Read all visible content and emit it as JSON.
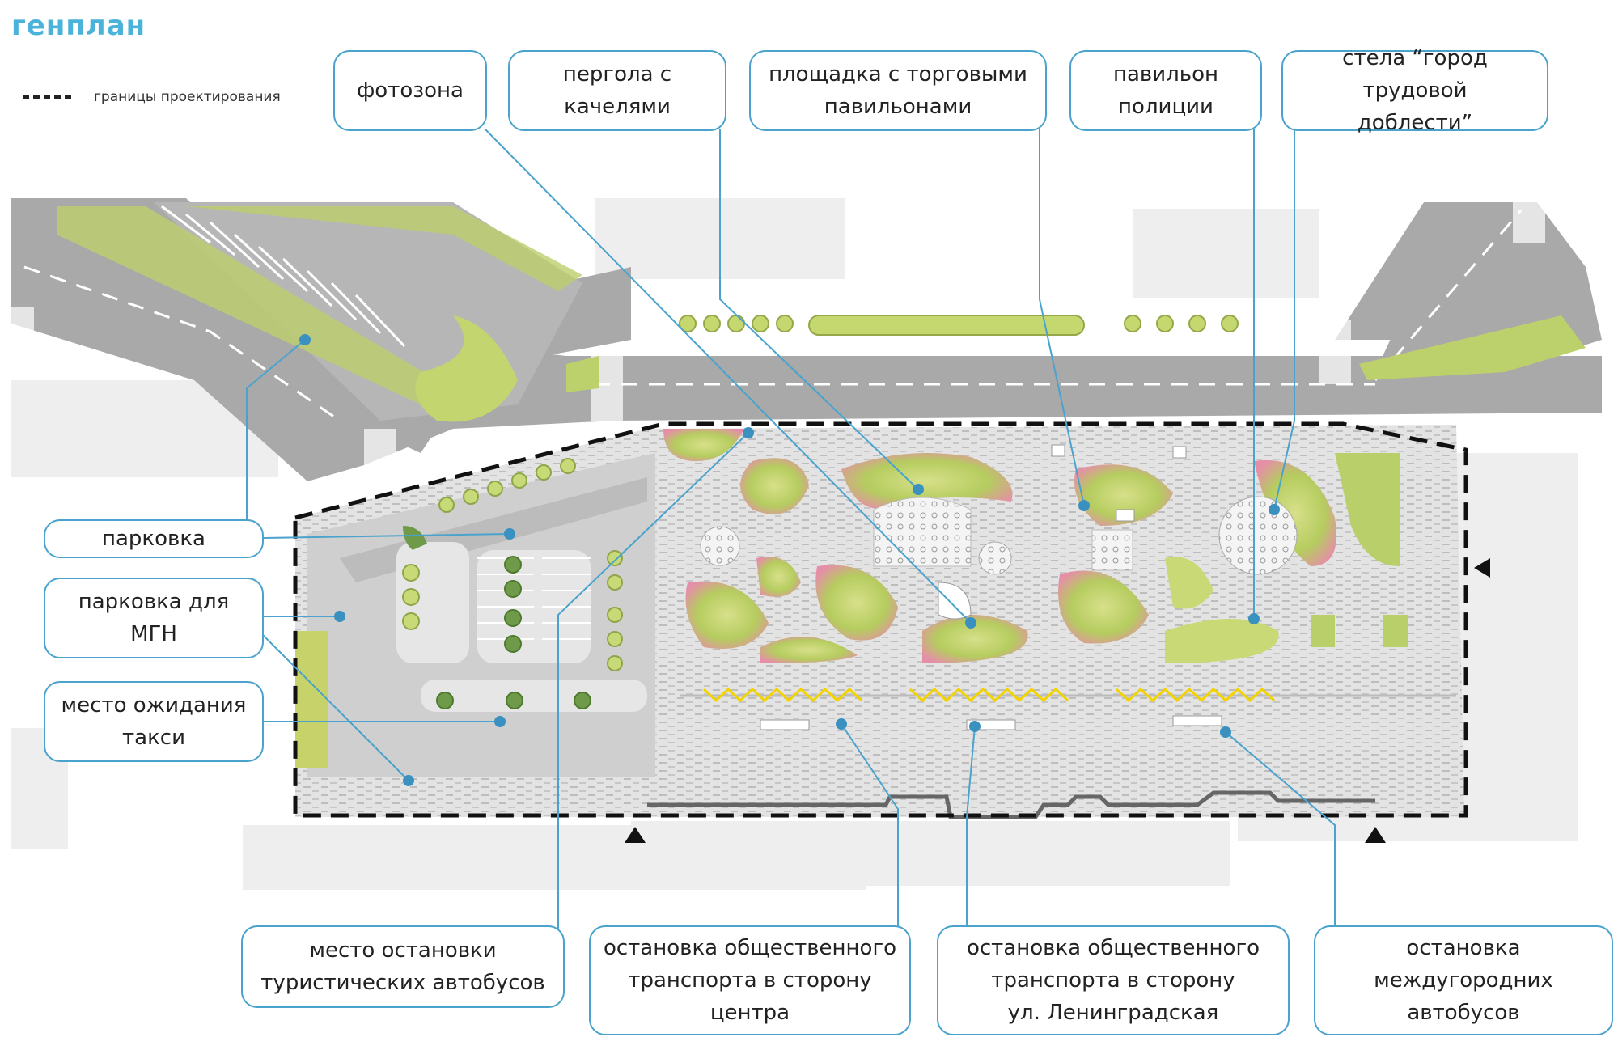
{
  "header": {
    "title": "генплан",
    "legend_label": "границы проектирования"
  },
  "callouts": {
    "photozone": "фотозона",
    "pergola": "пергола с\nкачелями",
    "trade_area": "площадка с торговыми\nпавильонами",
    "police": "павильон\nполиции",
    "stela": "стела “город трудовой\nдоблести”",
    "parking": "парковка",
    "parking_mgn": "парковка для\nМГН",
    "taxi": "место ожидания\nтакси",
    "tourist_bus": "место остановки\nтуристических автобусов",
    "stop_center": "остановка общественного\nтранспорта в сторону\nцентра",
    "stop_leningradskaya": "остановка общественного\nтранспорта в сторону\nул. Ленинградская",
    "intercity": "остановка\nмеждугородних\nавтобусов"
  },
  "colors": {
    "accent": "#4bb3d9",
    "leader": "#4aa3cc",
    "road": "#a9a9a9",
    "paving": "#dcdcdc",
    "greenery": "#b9cf6a",
    "boundary": "#111111",
    "curb_marking": "#f2d300"
  }
}
